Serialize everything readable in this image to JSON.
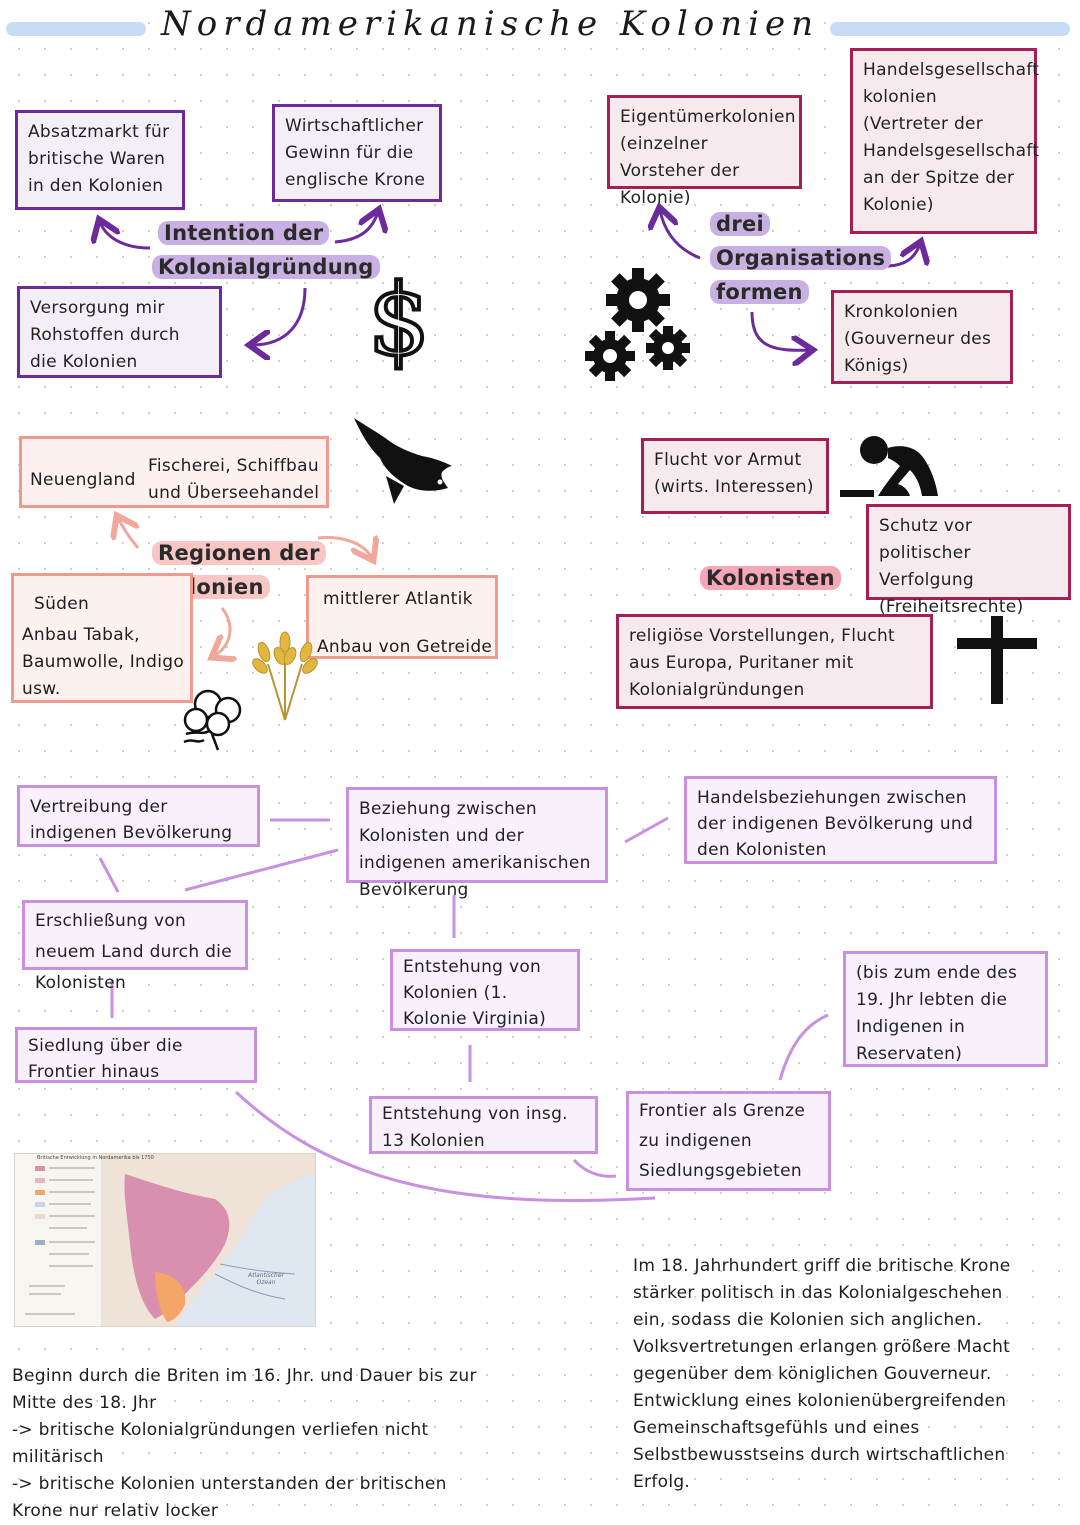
{
  "title": "Nordamerikanische Kolonien",
  "intention": {
    "label_line1": "Intention der",
    "label_line2": "Kolonialgründung",
    "absatzmarkt": "Absatzmarkt für britische Waren in den Kolonien",
    "wirtschaft": "Wirtschaftlicher Gewinn für die englische Krone",
    "versorgung": "Versorgung mir Rohstoffen durch die Kolonien"
  },
  "organisation": {
    "label_line1": "drei",
    "label_line2": "Organisations",
    "label_line3": "formen",
    "eigentuemer": "Eigentümerkolonien (einzelner Vorsteher der Kolonie)",
    "handels": "Handelsgesellschaft kolonien (Vertreter der Handelsgesellschaft an der Spitze der Kolonie)",
    "kron": "Kronkolonien (Gouverneur des Königs)"
  },
  "regionen": {
    "label_line1": "Regionen der",
    "label_line2": "Kolonien",
    "neuengland": "Neuengland",
    "neuengland_detail": "Fischerei, Schiffbau und Überseehandel",
    "sueden": "Süden",
    "sueden_detail": "Anbau Tabak, Baumwolle, Indigo usw.",
    "atlantik": "mittlerer Atlantik",
    "atlantik_detail": "Anbau von Getreide"
  },
  "kolonisten": {
    "label": "Kolonisten",
    "armut": "Flucht vor Armut (wirts. Interessen)",
    "politisch": "Schutz vor politischer Verfolgung (Freiheitsrechte)",
    "religioes": "religiöse Vorstellungen, Flucht aus Europa, Puritaner mit Kolonialgründungen"
  },
  "beziehung": {
    "center": "Beziehung zwischen Kolonisten und der indigenen amerikanischen Bevölkerung",
    "vertreibung": "Vertreibung der indigenen Bevölkerung",
    "handel": "Handelsbeziehungen zwischen der indigenen Bevölkerung und den Kolonisten",
    "erschliessung": "Erschließung von neuem Land durch die Kolonisten",
    "siedlung": "Siedlung über die Frontier hinaus",
    "entstehung": "Entstehung von Kolonien (1. Kolonie Virginia)",
    "entstehung13": "Entstehung von insg. 13 Kolonien",
    "frontier": "Frontier als Grenze zu indigenen Siedlungsgebieten",
    "reservate": "(bis zum ende des 19. Jhr lebten die Indigenen in Reservaten)"
  },
  "notes": {
    "left_1": "Beginn durch die Briten im 16. Jhr. und Dauer bis zur Mitte des 18. Jhr",
    "left_2": "-> britische Kolonialgründungen verliefen nicht militärisch",
    "left_3": "-> britische Kolonien unterstanden der britischen Krone nur relativ locker",
    "right": "Im 18. Jahrhundert griff die britische Krone stärker politisch in das Kolonialgeschehen ein, sodass die Kolonien sich anglichen. Volksvertretungen erlangen größere Macht gegenüber dem königlichen Gouverneur. Entwicklung eines kolonienübergreifenden Gemeinschaftsgefühls und eines Selbstbewusstseins durch wirtschaftlichen Erfolg."
  },
  "map": {
    "legend_title": "Britische Entwicklung in Nordamerika bis 1750",
    "ocean_label": "Atlantischer Ozean"
  },
  "icons": [
    "dollar-icon",
    "gears-icon",
    "fish-icon",
    "wheat-icon",
    "cotton-icon",
    "kneeling-person-icon",
    "cross-icon"
  ],
  "colors": {
    "purple": "#6c2a9a",
    "pink": "#a31f55",
    "salmon": "#ef9a8f",
    "violet": "#c98fe0"
  }
}
